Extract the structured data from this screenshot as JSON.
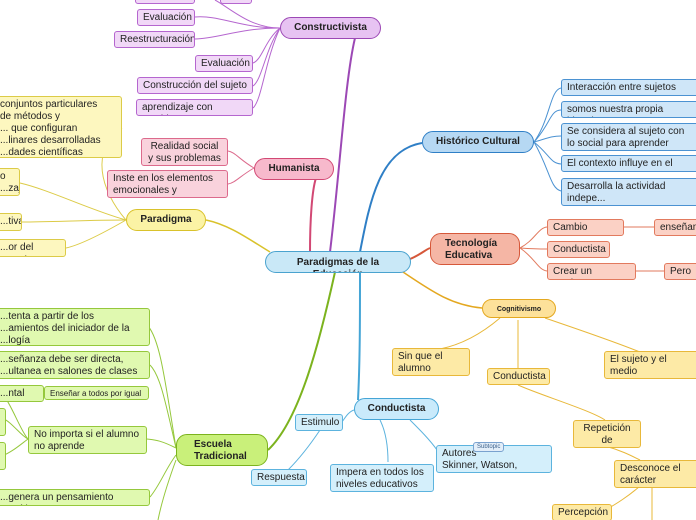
{
  "central": {
    "label": "Paradigmas de la Educación"
  },
  "colors": {
    "purple": "#9c48b5",
    "pink": "#d24874",
    "blue": "#2f7fc6",
    "salmon": "#d6583a",
    "orange": "#e4a820",
    "yellow": "#d9c22b",
    "light_blue": "#45a5d6",
    "green": "#7cb31e"
  },
  "constructivista": {
    "label": "Constructivista",
    "items": [
      "Evaluación",
      "Reestructuración",
      "Evaluación",
      "Construcción del sujeto",
      "aprendizaje con sentido"
    ]
  },
  "humanista": {
    "label": "Humanista",
    "items": [
      "Realidad social\n y sus problemas",
      "Inste en los elementos\nemocionales y valorativo"
    ]
  },
  "paradigma": {
    "label": "Paradigma",
    "items": [
      "conjuntos particulares\nde métodos y\n... que configuran\n...linares desarrolladas\n...dades científicas",
      "o\n...zaje",
      "...tivas",
      "...or del maestro"
    ]
  },
  "historico": {
    "label": "Histórico Cultural",
    "items": [
      "Interacción entre sujetos",
      "somos nuestra propia histori...",
      "Se considera al sujeto con\n lo social para aprender",
      "El contexto influye en el cono...",
      "Desarrolla la actividad indepe...\ndel alumno"
    ]
  },
  "tecnologia": {
    "label": "Tecnología\nEducativa",
    "items": [
      "Cambio externo",
      "enseñan...",
      "Conductista",
      "Crear un producto",
      "Pero n..."
    ]
  },
  "cognitivismo": {
    "label": "Cognitivismo",
    "items": [
      "Sin que el\n alumno razone",
      "Conductista",
      "El sujeto y el medio\nelemento mas impo...",
      "Repetición de\n acciones",
      "Desconoce el\ncarácter subjetiv...",
      "Percepción"
    ]
  },
  "conductista": {
    "label": "Conductista",
    "items": [
      "Estimulo",
      "Respuesta",
      "Impera en todos los\nniveles educativos",
      "Autores\nSkinner, Watson, Pavlov"
    ],
    "tag": "Subtopic"
  },
  "escuela": {
    "label": "Escuela\nTradicional",
    "items": [
      "...tenta a partir de los\n...amientos del iniciador de la\n...logía",
      "...señanza debe ser directa,\n...ultanea en salones de clases con",
      "...ntal",
      "Enseñar a todos por igual",
      "No importa si el alumno\nno aprende",
      "...genera un pensamiento empírico"
    ]
  }
}
